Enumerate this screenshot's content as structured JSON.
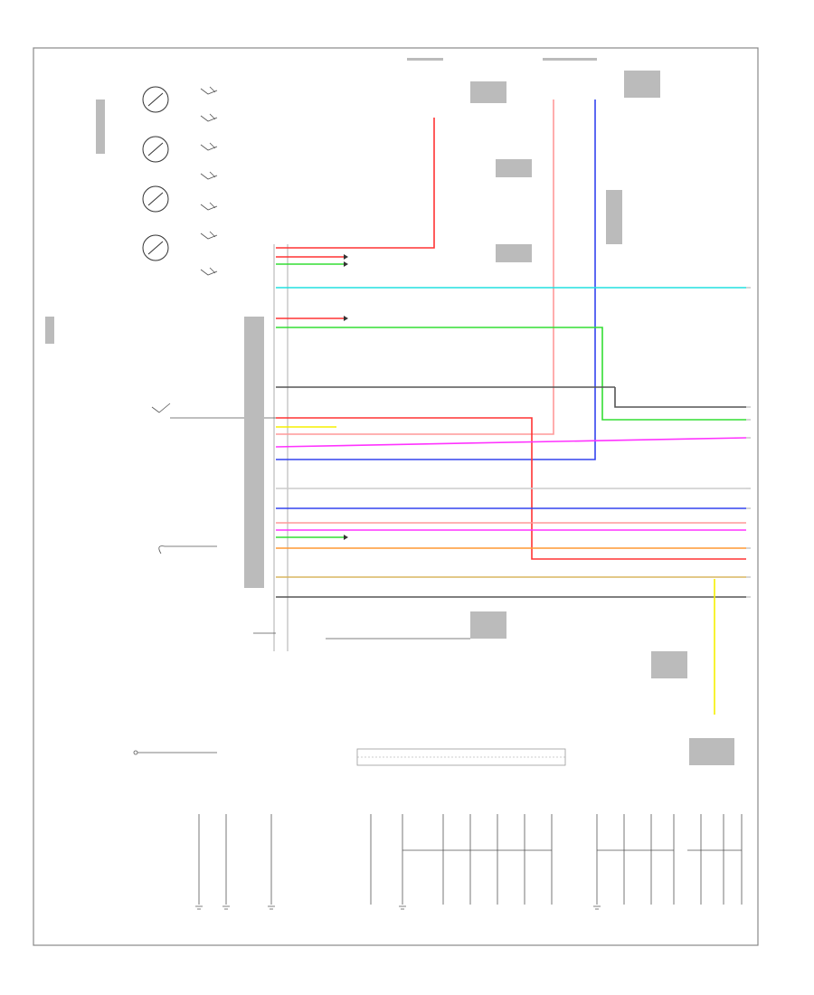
{
  "diagram": {
    "background": "#ffffff",
    "frame_color": "#888888",
    "wire_colors": {
      "red": "#ff3333",
      "pink": "#ff9999",
      "green": "#33dd33",
      "cyan": "#22e0e0",
      "blue": "#3344ee",
      "magenta": "#ff33ff",
      "yellow": "#f5f000",
      "orange": "#ff9933",
      "gray": "#888888",
      "dark": "#555555",
      "tan": "#d9b560",
      "lightgray": "#cccccc"
    },
    "gauges": [
      "gauge-1",
      "gauge-2",
      "gauge-3",
      "gauge-4"
    ],
    "icons": [
      "gauge-icon",
      "switch-icon",
      "connector-arrow-icon",
      "ground-icon"
    ]
  }
}
